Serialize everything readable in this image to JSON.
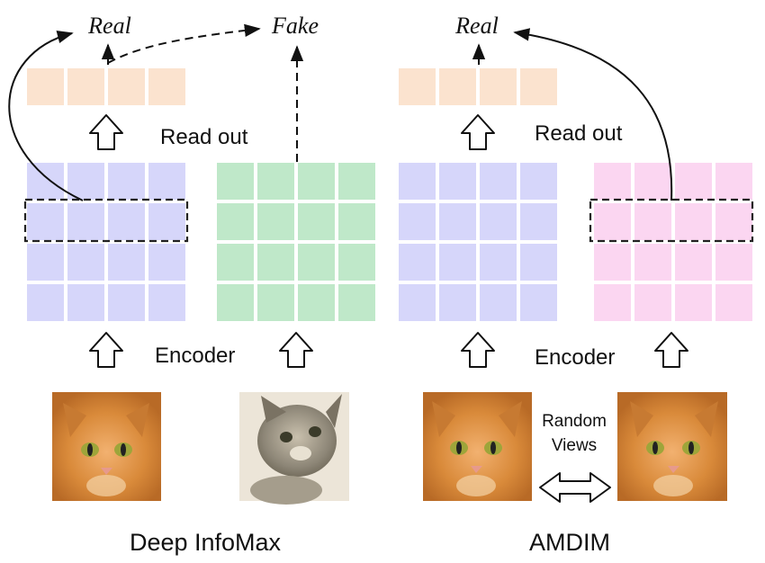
{
  "left_panel": {
    "caption": "Deep InfoMax",
    "real_label": "Real",
    "fake_label": "Fake",
    "readout_label": "Read out",
    "encoder_label": "Encoder"
  },
  "right_panel": {
    "caption": "AMDIM",
    "real_label": "Real",
    "readout_label": "Read out",
    "encoder_label": "Encoder",
    "views_label_line1": "Random",
    "views_label_line2": "Views"
  },
  "colors": {
    "readout_cell": "#fbe3cf",
    "blue_cell": "#d6d6fa",
    "green_cell": "#bfe8c9",
    "pink_cell": "#fbd6f1",
    "cat_orange": "#d98a3a",
    "kitten_gray": "#8d8677"
  },
  "icons": {
    "up_arrow": "hollow-up-arrow",
    "double_arrow": "hollow-double-arrow",
    "cat_photo": "orange-cat-photo",
    "kitten_photo": "tabby-kitten-photo"
  }
}
